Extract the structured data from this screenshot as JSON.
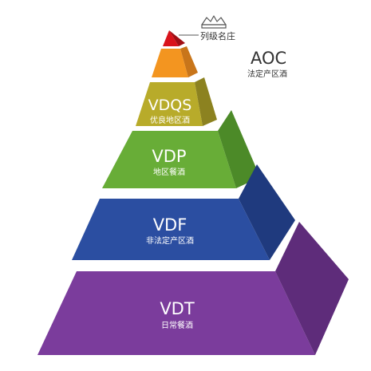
{
  "pyramid": {
    "crown": {
      "icon": "crown-icon",
      "label": "列级名庄"
    },
    "tiers": [
      {
        "id": "grand-cru",
        "code": "",
        "name": "",
        "colors": {
          "front": "#d9131b",
          "side": "#a10e14"
        }
      },
      {
        "id": "aoc",
        "code": "AOC",
        "name": "法定产区酒",
        "colors": {
          "front": "#f39520",
          "side": "#c8751a"
        }
      },
      {
        "id": "vdqs",
        "code": "VDQS",
        "name": "优良地区酒",
        "colors": {
          "front": "#b8ab2a",
          "side": "#8c8220"
        }
      },
      {
        "id": "vdp",
        "code": "VDP",
        "name": "地区餐酒",
        "colors": {
          "front": "#68ad37",
          "side": "#4c8a28"
        }
      },
      {
        "id": "vdf",
        "code": "VDF",
        "name": "非法定产区酒",
        "colors": {
          "front": "#2b4ea1",
          "side": "#1f3a7e"
        }
      },
      {
        "id": "vdt",
        "code": "VDT",
        "name": "日常餐酒",
        "colors": {
          "front": "#7b3c9c",
          "side": "#5e2c7a"
        }
      }
    ]
  }
}
